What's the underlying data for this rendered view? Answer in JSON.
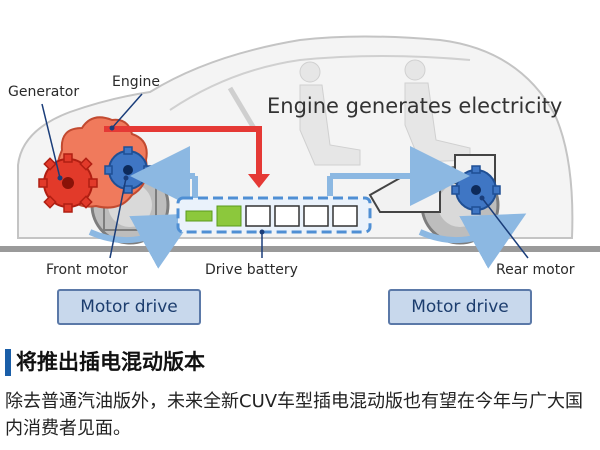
{
  "diagram": {
    "headline": "Engine generates electricity",
    "labels": {
      "generator": "Generator",
      "engine": "Engine",
      "front_motor": "Front motor",
      "drive_battery": "Drive battery",
      "rear_motor": "Rear motor"
    },
    "buttons": {
      "front": "Motor drive",
      "rear": "Motor drive"
    },
    "colors": {
      "engine": "#f07a5c",
      "generator": "#e23a2a",
      "motor": "#3f76c4",
      "flow_arrow": "#8cb8e2",
      "battery_charge": "#8cc83c",
      "power_line": "#e53935"
    },
    "battery_cells_charged": 2,
    "battery_cells_total": 6
  },
  "article": {
    "section_title": "将推出插电混动版本",
    "paragraph": "除去普通汽油版外，未来全新CUV车型插电混动版也有望在今年与广大国内消费者见面。"
  }
}
